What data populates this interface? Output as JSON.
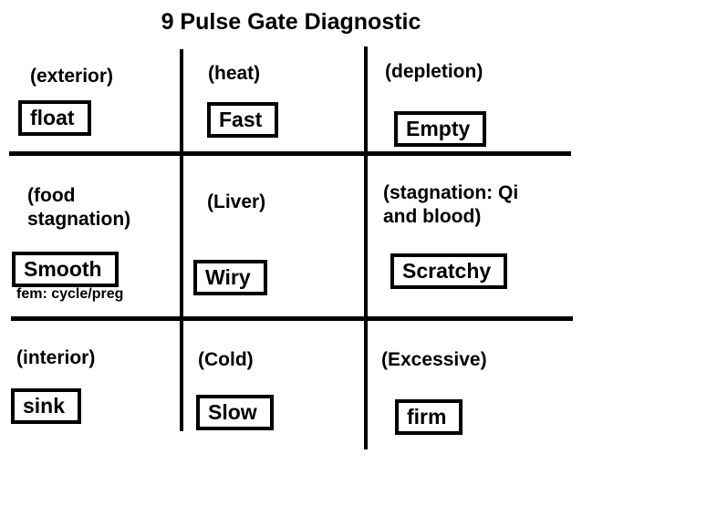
{
  "title": "9 Pulse Gate Diagnostic",
  "colors": {
    "ink": "#000000",
    "background": "#ffffff"
  },
  "grid": {
    "rows": 3,
    "cols": 3
  },
  "cells": [
    {
      "position": "top-left",
      "condition": "(exterior)",
      "pulse": "float"
    },
    {
      "position": "top-center",
      "condition": "(heat)",
      "pulse": "Fast"
    },
    {
      "position": "top-right",
      "condition": "(depletion)",
      "pulse": "Empty"
    },
    {
      "position": "middle-left",
      "condition": "(food stagnation)",
      "pulse": "Smooth",
      "note": "fem: cycle/preg"
    },
    {
      "position": "middle-center",
      "condition": "(Liver)",
      "pulse": "Wiry"
    },
    {
      "position": "middle-right",
      "condition": "(stagnation: Qi and blood)",
      "pulse": "Scratchy"
    },
    {
      "position": "bottom-left",
      "condition": "(interior)",
      "pulse": "sink"
    },
    {
      "position": "bottom-center",
      "condition": "(Cold)",
      "pulse": "Slow"
    },
    {
      "position": "bottom-right",
      "condition": "(Excessive)",
      "pulse": "firm"
    }
  ]
}
